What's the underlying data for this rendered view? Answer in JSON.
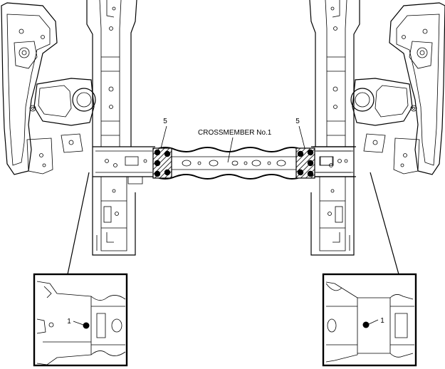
{
  "labels": {
    "crossmember": "CROSSMEMBER No.1",
    "bolt_left": "5",
    "bolt_right": "5",
    "detail_left": "1",
    "detail_right": "1"
  },
  "colors": {
    "line": "#000000",
    "background": "#ffffff"
  }
}
